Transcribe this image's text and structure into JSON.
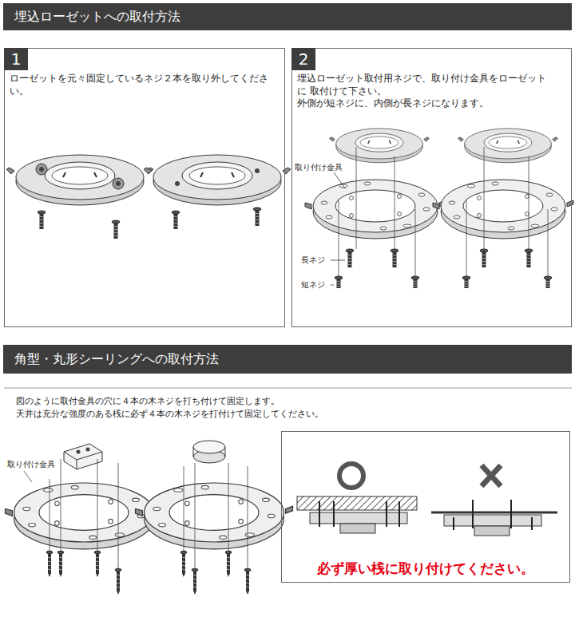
{
  "diagram": {
    "nodes": [
      {
        "text": [
          "埋込ローゼットへの取付方法"
        ]
      },
      {
        "text": [
          "ローゼットを元々固定しているネジ２本を取り外してください。"
        ]
      },
      {
        "text": [
          "1"
        ],
        "in": 1
      },
      {
        "text": [
          "埋込ローゼット取付用ネジで、取り付け金具をローゼットに 取付けて下さい。",
          "外側が短ネジに、内側が長ネジになります。"
        ]
      },
      {
        "text": [
          "2"
        ],
        "in": 3
      },
      {
        "text": [
          "角型・丸形シーリングへの取付方法"
        ]
      },
      {
        "text": [
          "必ず厚い桟に取り付けてください。"
        ]
      }
    ],
    "labels": [
      "取り付け金具",
      "長ネジ",
      "短ネジ",
      "図のように取付金具の穴に４本の木ネジを打ち付けて固定します。",
      "天井は充分な強度のある桟に必ず４本の木ネジを打付けて固定してください。",
      "取り付け金具"
    ]
  }
}
